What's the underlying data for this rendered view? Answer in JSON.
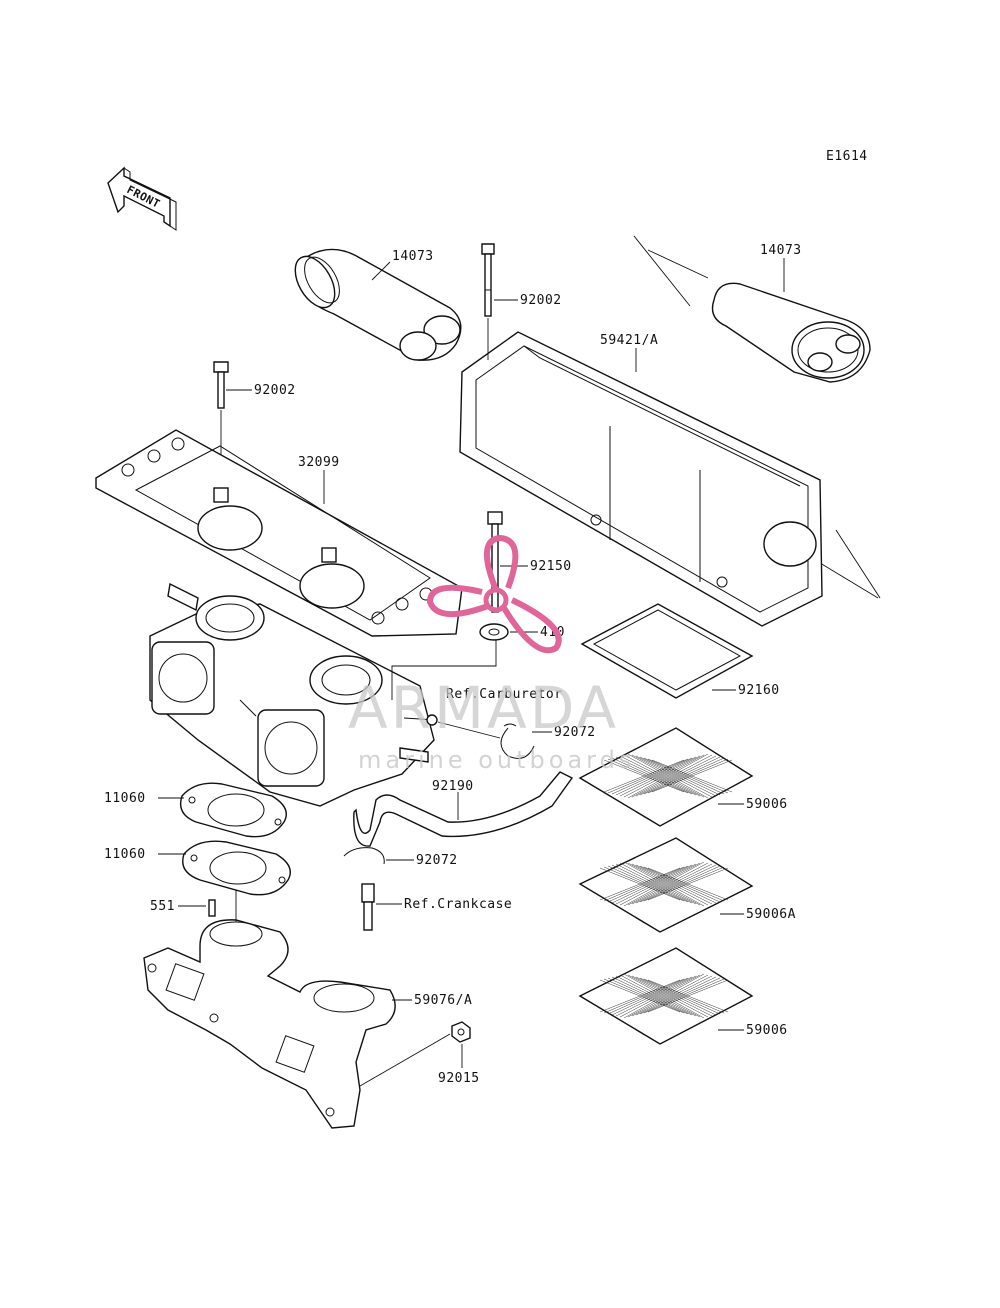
{
  "diagram_code": "E1614",
  "front_arrow_label": "FRONT",
  "watermark": {
    "brand": "ARMADA",
    "tagline": "marine outboards",
    "logo_color": "#e0669a"
  },
  "labels": {
    "p14073_left": "14073",
    "p14073_right": "14073",
    "p92002_top": "92002",
    "p92002_left": "92002",
    "p59421": "59421/A",
    "p32099": "32099",
    "p92150": "92150",
    "p410": "410",
    "ref_carburetor": "Ref.Carburetor",
    "p92160": "92160",
    "p92072_upper": "92072",
    "p92190": "92190",
    "p59006_top": "59006",
    "p11060_upper": "11060",
    "p11060_lower": "11060",
    "p92072_lower": "92072",
    "ref_crankcase": "Ref.Crankcase",
    "p551": "551",
    "p59006A": "59006A",
    "p59076": "59076/A",
    "p59006_bottom": "59006",
    "p92015": "92015"
  }
}
